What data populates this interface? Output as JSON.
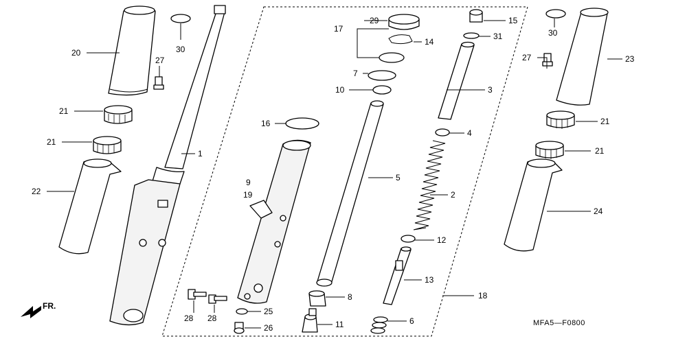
{
  "diagram": {
    "code": "MFA5—F0800",
    "front_label": "FR.",
    "callouts": [
      {
        "id": "c-1",
        "text": "1"
      },
      {
        "id": "c-2",
        "text": "2"
      },
      {
        "id": "c-3",
        "text": "3"
      },
      {
        "id": "c-4",
        "text": "4"
      },
      {
        "id": "c-5",
        "text": "5"
      },
      {
        "id": "c-6",
        "text": "6"
      },
      {
        "id": "c-7",
        "text": "7"
      },
      {
        "id": "c-8",
        "text": "8"
      },
      {
        "id": "c-9",
        "text": "9"
      },
      {
        "id": "c-10",
        "text": "10"
      },
      {
        "id": "c-11",
        "text": "11"
      },
      {
        "id": "c-12",
        "text": "12"
      },
      {
        "id": "c-13",
        "text": "13"
      },
      {
        "id": "c-14",
        "text": "14"
      },
      {
        "id": "c-15",
        "text": "15"
      },
      {
        "id": "c-16",
        "text": "16"
      },
      {
        "id": "c-17",
        "text": "17"
      },
      {
        "id": "c-18",
        "text": "18"
      },
      {
        "id": "c-19",
        "text": "19"
      },
      {
        "id": "c-20",
        "text": "20"
      },
      {
        "id": "c-21a",
        "text": "21"
      },
      {
        "id": "c-21b",
        "text": "21"
      },
      {
        "id": "c-21c",
        "text": "21"
      },
      {
        "id": "c-21d",
        "text": "21"
      },
      {
        "id": "c-22",
        "text": "22"
      },
      {
        "id": "c-23",
        "text": "23"
      },
      {
        "id": "c-24",
        "text": "24"
      },
      {
        "id": "c-25",
        "text": "25"
      },
      {
        "id": "c-26",
        "text": "26"
      },
      {
        "id": "c-27a",
        "text": "27"
      },
      {
        "id": "c-27b",
        "text": "27"
      },
      {
        "id": "c-28a",
        "text": "28"
      },
      {
        "id": "c-28b",
        "text": "28"
      },
      {
        "id": "c-29",
        "text": "29"
      },
      {
        "id": "c-30a",
        "text": "30"
      },
      {
        "id": "c-30b",
        "text": "30"
      },
      {
        "id": "c-31",
        "text": "31"
      }
    ]
  }
}
